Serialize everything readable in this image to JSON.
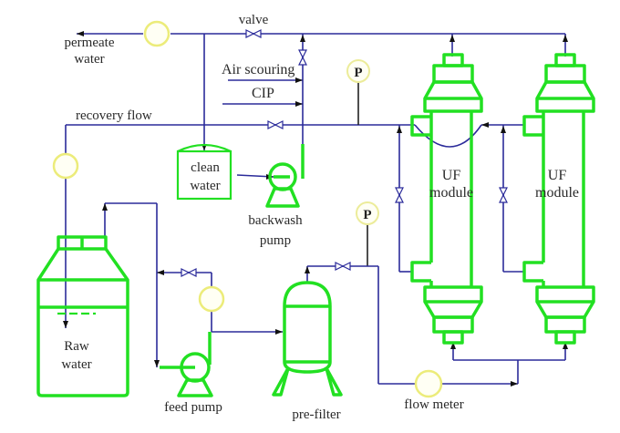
{
  "diagram": {
    "title": "UF system process flow",
    "labels": {
      "valve": "valve",
      "permeate_water_1": "permeate",
      "permeate_water_2": "water",
      "air_scouring": "Air scouring",
      "cip": "CIP",
      "recovery_flow": "recovery flow",
      "clean_water_1": "clean",
      "clean_water_2": "water",
      "backwash_pump_1": "backwash",
      "backwash_pump_2": "pump",
      "raw_water_1": "Raw",
      "raw_water_2": "water",
      "feed_pump": "feed pump",
      "pre_filter": "pre-filter",
      "flow_meter": "flow meter",
      "uf_module_1_a": "UF",
      "uf_module_1_b": "module",
      "uf_module_2_a": "UF",
      "uf_module_2_b": "module",
      "pressure_gauge_1": "P",
      "pressure_gauge_2": "P"
    },
    "colors": {
      "pipe": "#2b2b9a",
      "equipment": "#22e022",
      "meter": "#ecec7a",
      "text": "#2a2a2a"
    },
    "components": [
      {
        "id": "raw-water-tank",
        "type": "tank"
      },
      {
        "id": "feed-pump",
        "type": "pump"
      },
      {
        "id": "pre-filter",
        "type": "filter"
      },
      {
        "id": "uf-module-1",
        "type": "membrane"
      },
      {
        "id": "uf-module-2",
        "type": "membrane"
      },
      {
        "id": "clean-water-tank",
        "type": "tank"
      },
      {
        "id": "backwash-pump",
        "type": "pump"
      },
      {
        "id": "flow-meter",
        "type": "meter"
      },
      {
        "id": "pressure-gauge-top",
        "type": "gauge"
      },
      {
        "id": "pressure-gauge-bottom",
        "type": "gauge"
      }
    ]
  }
}
